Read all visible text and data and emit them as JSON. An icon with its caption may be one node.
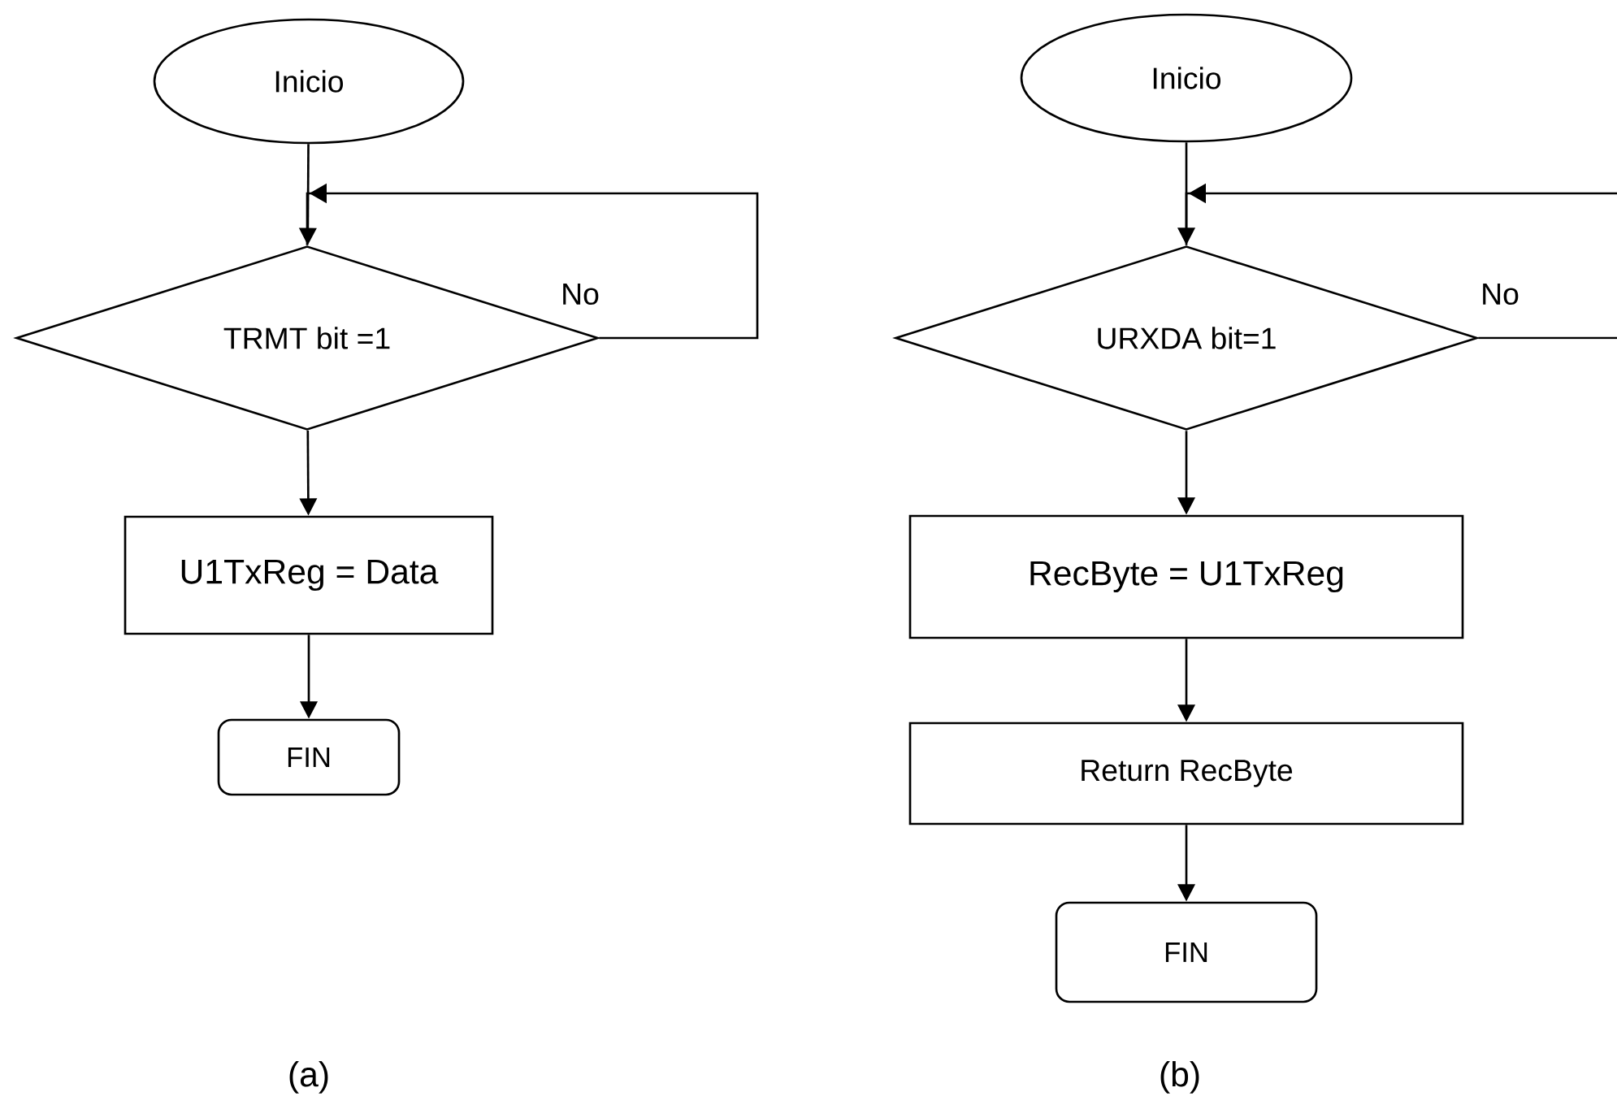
{
  "diagram": {
    "nodes": [
      {
        "text": [
          "Inicio"
        ]
      },
      {
        "text": [
          "TRMT bit =1"
        ]
      },
      {
        "text": [
          "U1TxReg  = Data"
        ]
      },
      {
        "text": [
          "FIN"
        ]
      },
      {
        "text": [
          "Inicio"
        ]
      },
      {
        "text": [
          "URXDA bit=1"
        ]
      },
      {
        "text": [
          "RecByte  = U1TxReg"
        ]
      },
      {
        "text": [
          "Return RecByte"
        ]
      },
      {
        "text": [
          "FIN"
        ]
      }
    ],
    "edges": [
      {
        "from": 0,
        "to": 1,
        "arrow": "to"
      },
      {
        "from": 1,
        "to": 1,
        "arrow": "to",
        "label": "No"
      },
      {
        "from": 1,
        "to": 2,
        "arrow": "to"
      },
      {
        "from": 2,
        "to": 3,
        "arrow": "to"
      },
      {
        "from": 4,
        "to": 5,
        "arrow": "to"
      },
      {
        "from": 5,
        "to": 5,
        "arrow": "to",
        "label": "No"
      },
      {
        "from": 5,
        "to": 6,
        "arrow": "to"
      },
      {
        "from": 6,
        "to": 7,
        "arrow": "to"
      },
      {
        "from": 7,
        "to": 8,
        "arrow": "to"
      }
    ],
    "labels": [
      "(a)",
      "(b)"
    ]
  }
}
